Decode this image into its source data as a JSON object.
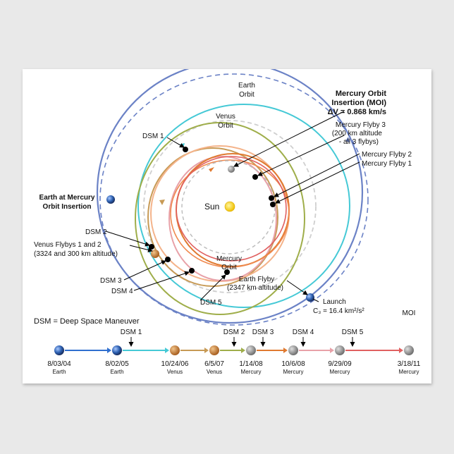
{
  "labels": {
    "earth_orbit": [
      "Earth",
      "Orbit"
    ],
    "venus_orbit": [
      "Venus",
      "Orbit"
    ],
    "mercury_orbit": [
      "Mercury",
      "Orbit"
    ],
    "sun": "Sun",
    "moi_title": [
      "Mercury Orbit",
      "Insertion (MOI)",
      "ΔV = 0.868 km/s"
    ],
    "flyby3": [
      "Mercury Flyby 3",
      "(200 km altitude",
      "- all 3 flybys)"
    ],
    "flyby2": "Mercury Flyby 2",
    "flyby1": "Mercury Flyby 1",
    "earth_at_moi": [
      "Earth at Mercury",
      "Orbit Insertion"
    ],
    "dsm1": "DSM 1",
    "dsm2": "DSM 2",
    "dsm3": "DSM 3",
    "dsm4": "DSM 4",
    "dsm5": "DSM 5",
    "venus_flybys": [
      "Venus Flybys 1 and 2",
      "(3324 and 300 km altitude)"
    ],
    "earth_flyby": [
      "Earth Flyby",
      "(2347 km altitude)"
    ],
    "launch": [
      "Launch",
      "C₃ = 16.4 km²/s²"
    ],
    "legend": "DSM = Deep Space Maneuver"
  },
  "timeline": {
    "events": [
      {
        "date": "8/03/04",
        "body": "Earth",
        "planet": "earth"
      },
      {
        "date": "8/02/05",
        "body": "Earth",
        "planet": "earth"
      },
      {
        "date": "10/24/06",
        "body": "Venus",
        "planet": "venus"
      },
      {
        "date": "6/5/07",
        "body": "Venus",
        "planet": "venus"
      },
      {
        "date": "1/14/08",
        "body": "Mercury",
        "planet": "mercury"
      },
      {
        "date": "10/6/08",
        "body": "Mercury",
        "planet": "mercury"
      },
      {
        "date": "9/29/09",
        "body": "Mercury",
        "planet": "mercury"
      },
      {
        "date": "3/18/11",
        "body": "Mercury",
        "planet": "mercury"
      }
    ],
    "markers": [
      "DSM 1",
      "DSM 2",
      "DSM 3",
      "DSM 4",
      "DSM 5",
      "MOI"
    ]
  },
  "colors": {
    "earth_orbit": "#6b82c6",
    "venus_orbit": "#cfcfcf",
    "leg1": "#2f6fcf",
    "leg2": "#45c9d6",
    "leg3": "#c79a55",
    "leg4": "#9fae4a",
    "leg5": "#e07a30",
    "leg6": "#e8a1a8",
    "leg7": "#e06060",
    "moi": "#e02020"
  }
}
